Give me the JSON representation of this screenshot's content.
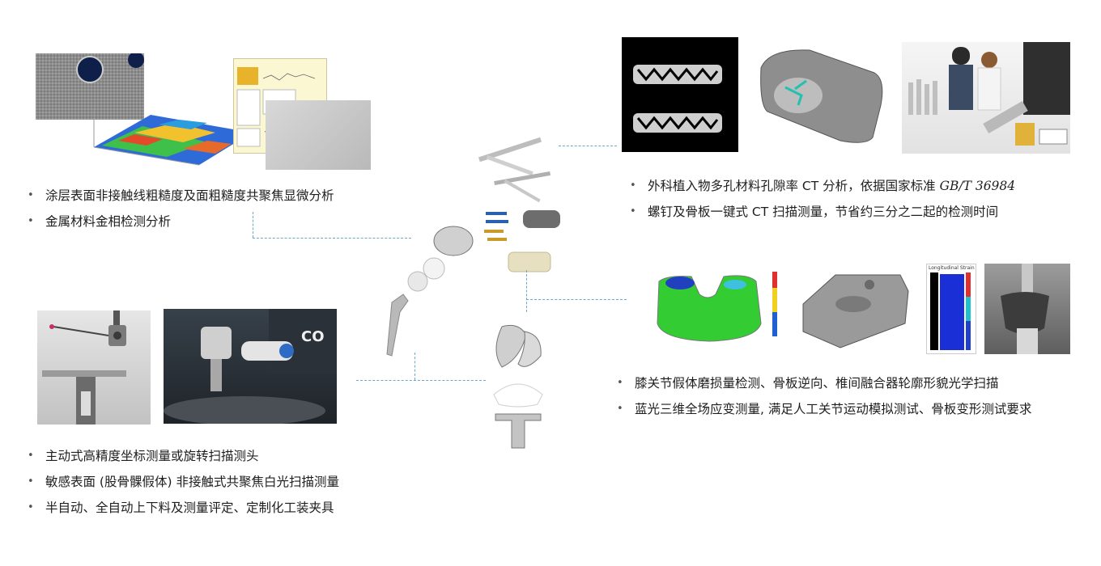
{
  "top_left": {
    "bullets": [
      "涂层表面非接触线粗糙度及面粗糙度共聚焦显微分析",
      "金属材料金相检测分析"
    ]
  },
  "bottom_left": {
    "bullets": [
      "主动式高精度坐标测量或旋转扫描测头",
      "敏感表面 (股骨髁假体) 非接触式共聚焦白光扫描测量",
      "半自动、全自动上下料及测量评定、定制化工装夹具"
    ]
  },
  "top_right": {
    "bullet1_prefix": "外科植入物多孔材料孔隙率 CT 分析，依据国家标准 ",
    "bullet1_standard": "GB/T 36984",
    "bullet2": "螺钉及骨板一键式 CT 扫描测量，节省约三分之二起的检测时间"
  },
  "bottom_right": {
    "bullets": [
      "膝关节假体磨损量检测、骨板逆向、椎间融合器轮廓形貌光学扫描",
      "蓝光三维全场应变测量, 满足人工关节运动模拟测试、骨板变形测试要求"
    ]
  },
  "image_text": {
    "camera_brand": "CO",
    "strain_title": "Longitudinal Strain"
  },
  "colors": {
    "connector": "#6aa8cf",
    "heatmap_green": "#33cc33",
    "strain_blue": "#1a2fd6"
  }
}
